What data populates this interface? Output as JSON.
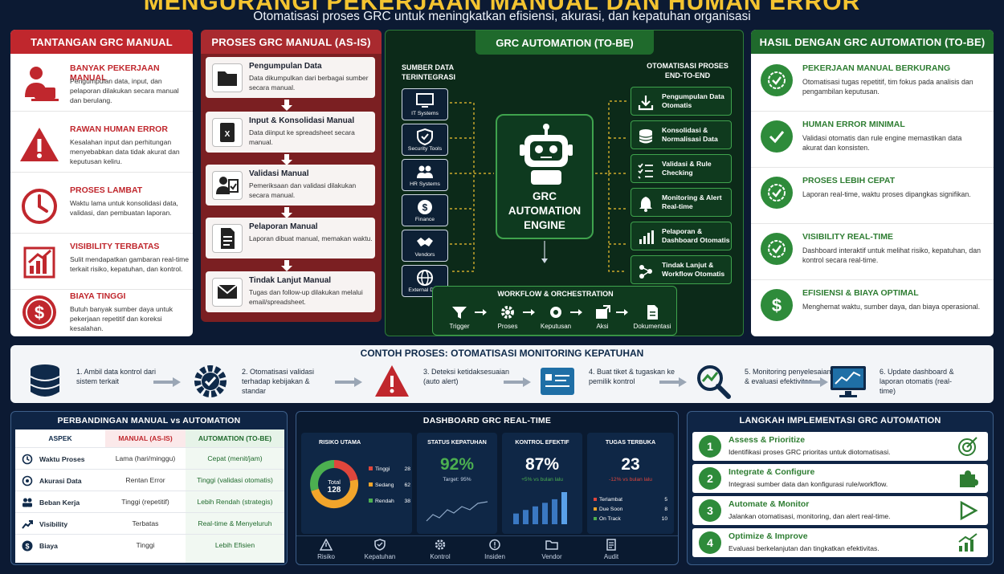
{
  "header": {
    "title": "MENGURANGI PEKERJAAN MANUAL DAN HUMAN ERROR",
    "subtitle": "Otomatisasi proses GRC untuk meningkatkan efisiensi, akurasi, dan kepatuhan organisasi"
  },
  "challenges": {
    "title": "TANTANGAN GRC MANUAL",
    "items": [
      {
        "icon": "person-laptop-icon",
        "title": "BANYAK PEKERJAAN MANUAL",
        "desc": "Pengumpulan data, input, dan pelaporan dilakukan secara manual dan berulang."
      },
      {
        "icon": "warning-icon",
        "title": "RAWAN HUMAN ERROR",
        "desc": "Kesalahan input dan perhitungan menyebabkan data tidak akurat dan keputusan keliru."
      },
      {
        "icon": "clock-icon",
        "title": "PROSES LAMBAT",
        "desc": "Waktu lama untuk konsolidasi data, validasi, dan pembuatan laporan."
      },
      {
        "icon": "chart-up-icon",
        "title": "VISIBILITY TERBATAS",
        "desc": "Sulit mendapatkan gambaran real-time terkait risiko, kepatuhan, dan kontrol."
      },
      {
        "icon": "dollar-icon",
        "title": "BIAYA TINGGI",
        "desc": "Butuh banyak sumber daya untuk pekerjaan repetitif dan koreksi kesalahan."
      }
    ],
    "accent": "#c0272d"
  },
  "as_is": {
    "title": "PROSES GRC MANUAL (AS-IS)",
    "items": [
      {
        "icon": "folder-icon",
        "title": "Pengumpulan Data",
        "desc": "Data dikumpulkan dari berbagai sumber secara manual."
      },
      {
        "icon": "spreadsheet-icon",
        "title": "Input & Konsolidasi Manual",
        "desc": "Data diinput ke spreadsheet secara manual."
      },
      {
        "icon": "person-check-icon",
        "title": "Validasi Manual",
        "desc": "Pemeriksaan dan validasi dilakukan secara manual."
      },
      {
        "icon": "document-icon",
        "title": "Pelaporan Manual",
        "desc": "Laporan dibuat manual, memakan waktu."
      },
      {
        "icon": "mail-icon",
        "title": "Tindak Lanjut Manual",
        "desc": "Tugas dan follow-up dilakukan melalui email/spreadsheet."
      }
    ]
  },
  "to_be": {
    "title": "GRC AUTOMATION (TO-BE)",
    "sources_label": "SUMBER DATA TERINTEGRASI",
    "automation_label": "OTOMATISASI PROSES END-TO-END",
    "engine_label": "GRC AUTOMATION ENGINE",
    "sources": [
      {
        "icon": "monitor-icon",
        "label": "IT Systems"
      },
      {
        "icon": "shield-icon",
        "label": "Security Tools"
      },
      {
        "icon": "people-icon",
        "label": "HR Systems"
      },
      {
        "icon": "dollar-icon",
        "label": "Finance"
      },
      {
        "icon": "handshake-icon",
        "label": "Vendors"
      },
      {
        "icon": "globe-icon",
        "label": "External Data"
      }
    ],
    "automations": [
      {
        "icon": "download-icon",
        "label": "Pengumpulan Data Otomatis"
      },
      {
        "icon": "database-icon",
        "label": "Konsolidasi & Normalisasi Data"
      },
      {
        "icon": "checklist-icon",
        "label": "Validasi & Rule Checking"
      },
      {
        "icon": "bell-icon",
        "label": "Monitoring & Alert Real-time"
      },
      {
        "icon": "bar-chart-icon",
        "label": "Pelaporan & Dashboard Otomatis"
      },
      {
        "icon": "workflow-icon",
        "label": "Tindak Lanjut & Workflow Otomatis"
      }
    ],
    "workflow": {
      "label": "WORKFLOW & ORCHESTRATION",
      "steps": [
        {
          "icon": "filter-icon",
          "label": "Trigger"
        },
        {
          "icon": "gear-icon",
          "label": "Proses"
        },
        {
          "icon": "gear-icon",
          "label": "Keputusan"
        },
        {
          "icon": "share-icon",
          "label": "Aksi"
        },
        {
          "icon": "document-icon",
          "label": "Dokumentasi"
        }
      ]
    }
  },
  "results": {
    "title": "HASIL DENGAN GRC AUTOMATION (TO-BE)",
    "items": [
      {
        "icon": "badge-check-icon",
        "title": "PEKERJAAN MANUAL BERKURANG",
        "desc": "Otomatisasi tugas repetitif, tim fokus pada analisis dan pengambilan keputusan."
      },
      {
        "icon": "check-icon",
        "title": "HUMAN ERROR MINIMAL",
        "desc": "Validasi otomatis dan rule engine memastikan data akurat dan konsisten."
      },
      {
        "icon": "badge-check-icon",
        "title": "PROSES LEBIH CEPAT",
        "desc": "Laporan real-time, waktu proses dipangkas signifikan."
      },
      {
        "icon": "badge-check-icon",
        "title": "VISIBILITY REAL-TIME",
        "desc": "Dashboard interaktif untuk melihat risiko, kepatuhan, dan kontrol secara real-time."
      },
      {
        "icon": "dollar-icon",
        "title": "EFISIENSI & BIAYA OPTIMAL",
        "desc": "Menghemat waktu, sumber daya, dan biaya operasional."
      }
    ],
    "accent": "#2e7d32"
  },
  "example": {
    "title": "CONTOH PROSES: OTOMATISASI MONITORING KEPATUHAN",
    "steps": [
      {
        "icon": "database-icon",
        "label": "1. Ambil data kontrol dari sistem terkait"
      },
      {
        "icon": "gear-check-icon",
        "label": "2. Otomatisasi validasi terhadap kebijakan & standar"
      },
      {
        "icon": "warning-icon",
        "label": "3. Deteksi ketidaksesuaian (auto alert)"
      },
      {
        "icon": "ticket-icon",
        "label": "4. Buat tiket & tugaskan ke pemilik kontrol"
      },
      {
        "icon": "magnifier-icon",
        "label": "5. Monitoring penyelesaian & evaluasi efektivitas"
      },
      {
        "icon": "monitor-chart-icon",
        "label": "6. Update dashboard & laporan otomatis (real-time)"
      }
    ]
  },
  "comparison": {
    "title": "PERBANDINGAN MANUAL vs AUTOMATION",
    "headers": [
      "ASPEK",
      "MANUAL (AS-IS)",
      "AUTOMATION (TO-BE)"
    ],
    "rows": [
      {
        "icon": "clock-icon",
        "aspect": "Waktu Proses",
        "manual": "Lama (hari/minggu)",
        "auto": "Cepat (menit/jam)"
      },
      {
        "icon": "target-icon",
        "aspect": "Akurasi Data",
        "manual": "Rentan Error",
        "auto": "Tinggi (validasi otomatis)"
      },
      {
        "icon": "people-icon",
        "aspect": "Beban Kerja",
        "manual": "Tinggi (repetitif)",
        "auto": "Lebih Rendah (strategis)"
      },
      {
        "icon": "trend-icon",
        "aspect": "Visibility",
        "manual": "Terbatas",
        "auto": "Real-time & Menyeluruh"
      },
      {
        "icon": "dollar-icon",
        "aspect": "Biaya",
        "manual": "Tinggi",
        "auto": "Lebih Efisien"
      }
    ]
  },
  "dashboard": {
    "title": "DASHBOARD GRC REAL-TIME",
    "risk": {
      "label": "RISIKO UTAMA",
      "total_label": "Total",
      "total": "128",
      "segments": [
        {
          "name": "Tinggi",
          "value": 28,
          "color": "#e0463c"
        },
        {
          "name": "Sedang",
          "value": 62,
          "color": "#f2a52b"
        },
        {
          "name": "Rendah",
          "value": 38,
          "color": "#4caf50"
        }
      ]
    },
    "compliance": {
      "label": "STATUS KEPATUHAN",
      "value": "92%",
      "target": "Target: 95%"
    },
    "controls": {
      "label": "KONTROL EFEKTIF",
      "value": "87%",
      "delta": "+5% vs bulan lalu",
      "bars": [
        3,
        4,
        5,
        6,
        7,
        9
      ]
    },
    "tasks": {
      "label": "TUGAS TERBUKA",
      "value": "23",
      "delta": "-12% vs bulan lalu",
      "items": [
        {
          "name": "Terlambat",
          "value": "5",
          "color": "#e0463c"
        },
        {
          "name": "Due Soon",
          "value": "8",
          "color": "#f2a52b"
        },
        {
          "name": "On Track",
          "value": "10",
          "color": "#4caf50"
        }
      ]
    },
    "nav": [
      {
        "icon": "warning-icon",
        "label": "Risiko"
      },
      {
        "icon": "shield-icon",
        "label": "Kepatuhan"
      },
      {
        "icon": "gear-icon",
        "label": "Kontrol"
      },
      {
        "icon": "incident-icon",
        "label": "Insiden"
      },
      {
        "icon": "folder-icon",
        "label": "Vendor"
      },
      {
        "icon": "audit-icon",
        "label": "Audit"
      }
    ]
  },
  "implementation": {
    "title": "LANGKAH IMPLEMENTASI GRC AUTOMATION",
    "steps": [
      {
        "num": "1",
        "title": "Assess & Prioritize",
        "desc": "Identifikasi proses GRC prioritas untuk diotomatisasi.",
        "icon": "target-icon"
      },
      {
        "num": "2",
        "title": "Integrate & Configure",
        "desc": "Integrasi sumber data dan konfigurasi rule/workflow.",
        "icon": "puzzle-icon"
      },
      {
        "num": "3",
        "title": "Automate & Monitor",
        "desc": "Jalankan otomatisasi, monitoring, dan alert real-time.",
        "icon": "play-icon"
      },
      {
        "num": "4",
        "title": "Optimize & Improve",
        "desc": "Evaluasi berkelanjutan dan tingkatkan efektivitas.",
        "icon": "trend-icon"
      }
    ]
  }
}
